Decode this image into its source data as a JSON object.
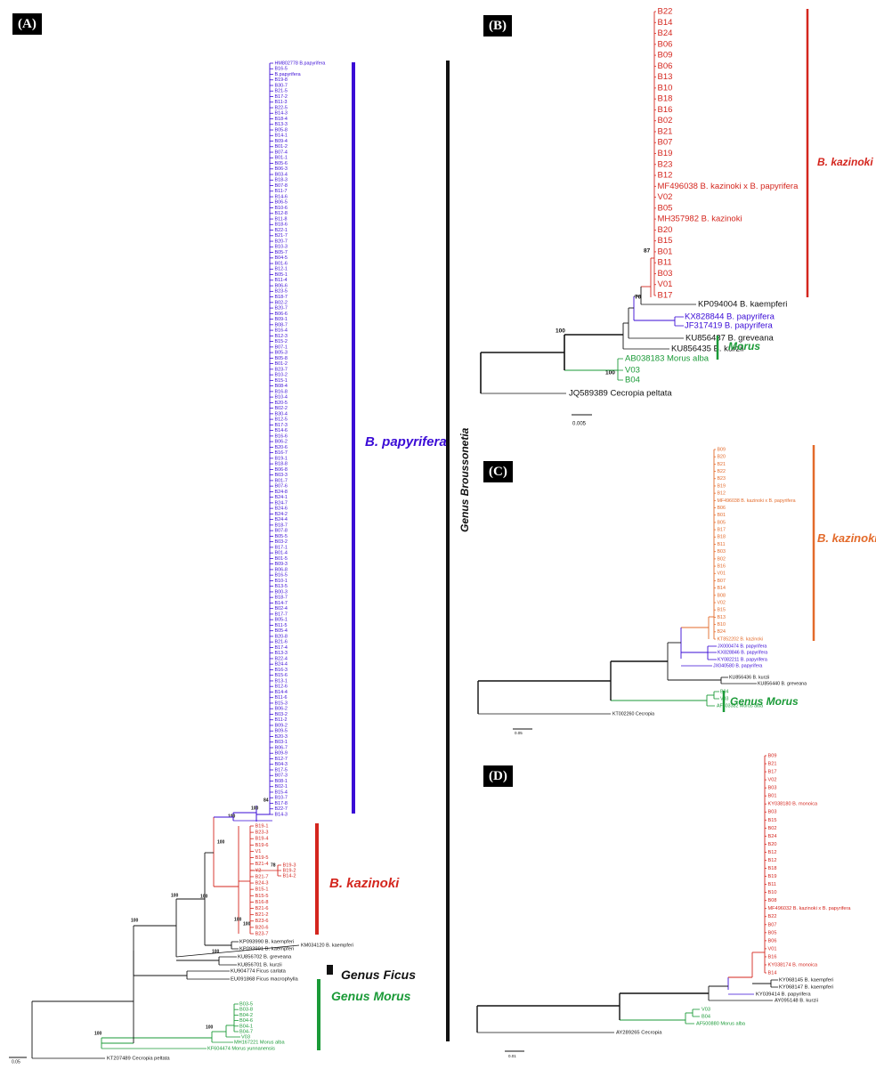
{
  "panels": {
    "a": {
      "label": "(A)",
      "papyrifera_top": [
        "HM802778 B.papyrifera",
        "B16-5",
        "B.papyrifera",
        "B19-8",
        "B30-7",
        "B21-5",
        "B17-2",
        "B11-3",
        "B22-5",
        "B14-3",
        "B18-4",
        "B13-3",
        "B05-8",
        "B14-1",
        "B09-4",
        "B01-2",
        "B07-4",
        "B01-1",
        "B05-6",
        "B06-3",
        "B03-4",
        "B18-3",
        "B07-8",
        "B11-7",
        "B14-6",
        "B06-5",
        "B10-6",
        "B12-8",
        "B11-8",
        "B18-6",
        "B22-1",
        "B21-7",
        "B20-7",
        "B10-3",
        "B05-7",
        "B04-5",
        "B01-6",
        "B12-1",
        "B05-1",
        "B11-4",
        "B06-6",
        "B23-5",
        "B18-7",
        "B02-2",
        "B20-7",
        "B06-6",
        "B09-1",
        "B08-7",
        "B16-4",
        "B12-3",
        "B15-2",
        "B07-1",
        "B05-3",
        "B05-8",
        "B01-2",
        "B23-7",
        "B10-2",
        "B15-1",
        "B08-4",
        "B16-8",
        "B10-4",
        "B20-5",
        "B02-2",
        "B30-4",
        "B12-5",
        "B17-3",
        "B14-6",
        "B16-6",
        "B06-2",
        "B20-6",
        "B16-7",
        "B19-1",
        "B18-8",
        "B06-8",
        "B03-3",
        "B01-7",
        "B07-6",
        "B24-8",
        "B24-1",
        "B24-7",
        "B24-6",
        "B24-2",
        "B24-4",
        "B18-7",
        "B07-8",
        "B05-5",
        "B03-2",
        "B17-1",
        "B01-4",
        "B01-5",
        "B09-3",
        "B06-8",
        "B16-5",
        "B10-1",
        "B13-5",
        "B00-3",
        "B18-7",
        "B14-7",
        "B02-4",
        "B17-7",
        "B05-1",
        "B11-5",
        "B05-4",
        "B20-8",
        "B21-6",
        "B17-4",
        "B13-3",
        "B22-4",
        "B24-4",
        "B16-3",
        "B15-6",
        "B13-1",
        "B12-6",
        "B14-4",
        "B11-6",
        "B15-3",
        "B06-2",
        "B03-2",
        "B11-2",
        "B09-2",
        "B09-5",
        "B20-3",
        "B03-1",
        "B06-7",
        "B09-9",
        "B12-7",
        "B04-3",
        "B17-5",
        "B07-3",
        "B08-1",
        "B02-1",
        "B15-4",
        "B10-7",
        "B17-8",
        "B22-7",
        "B14-3"
      ],
      "kazinoki_tips": [
        "B19-1",
        "B23-3",
        "B19-4",
        "B19-6",
        "V1",
        "B19-5",
        "B21-4",
        "Y2",
        "B21-7",
        "B24-3",
        "B15-1",
        "B15-5",
        "B16-8",
        "B21-6",
        "B21-2",
        "B23-6",
        "B20-6",
        "B23-7"
      ],
      "kazinoki_side": [
        "B19-3",
        "B19-2",
        "B14-2"
      ],
      "other_tips": [
        "KP093990 B. kaempferi",
        "KP093991 B. kaempferi",
        "KM034120 B. kaempferi",
        "KU856702 B. greveana",
        "KU856701 B. kurzii",
        "KU904774 Ficus carlata",
        "EU091868 Ficus macrophylla"
      ],
      "morus_tips": [
        "B03-5",
        "B03-8",
        "B04-2",
        "B04-6",
        "B04-1",
        "B04-7",
        "V03",
        "MH167221 Morus alba",
        "KF604474 Morus yunnanensis"
      ],
      "outgroup": "KT207489 Cecropia peltata",
      "supports": [
        "84",
        "100",
        "100",
        "78",
        "100",
        "100",
        "100",
        "100",
        "100",
        "100",
        "100",
        "100",
        "100"
      ],
      "clades": {
        "papyrifera": "B. papyrifera",
        "kazinoki": "B. kazinoki",
        "ficus": "Genus Ficus",
        "morus": "Genus Morus",
        "broussonetia": "Genus Broussonetia"
      },
      "scale": "0.05"
    },
    "b": {
      "label": "(B)",
      "kazinoki_tips": [
        "B22",
        "B14",
        "B24",
        "B06",
        "B09",
        "B06",
        "B13",
        "B10",
        "B18",
        "B16",
        "B02",
        "B21",
        "B07",
        "B19",
        "B23",
        "B12",
        "MF496038 B. kazinoki x B. papyrifera",
        "V02",
        "B05",
        "MH357982 B. kazinoki",
        "B20",
        "B15",
        "B01",
        "B11",
        "B03",
        "V01",
        "B17"
      ],
      "other_tips": [
        "KP094004 B. kaempferi",
        "KX828844 B. papyrifera",
        "JF317419 B. papyrifera",
        "KU856437 B. greveana",
        "KU856435 B. kurzii"
      ],
      "morus_tips": [
        "AB038183 Morus alba",
        "V03",
        "B04"
      ],
      "outgroup": "JQ589389 Cecropia peltata",
      "supports": [
        "87",
        "70",
        "100",
        "100"
      ],
      "clades": {
        "kazinoki": "B. kazinoki",
        "morus": "Morus"
      },
      "scale": "0.005"
    },
    "c": {
      "label": "(C)",
      "kazinoki_tips": [
        "B09",
        "B20",
        "B21",
        "B22",
        "B23",
        "B19",
        "B12",
        "MF496038 B. kazinoki x B. papyrifera",
        "B06",
        "B01",
        "B05",
        "B17",
        "B18",
        "B11",
        "B03",
        "B02",
        "B16",
        "V01",
        "B07",
        "B14",
        "B08",
        "V02",
        "B15",
        "B13",
        "B10",
        "B24",
        "KT852202 B. kazinoki"
      ],
      "other_tips": [
        "JX000474 B. papyrifera",
        "KX828846 B. papyrifera",
        "KY082211 B. papyrifera",
        "JX040580 B. papyrifera",
        "KU856436 B. kurzii",
        "KU856440 B. greveana"
      ],
      "morus_tips": [
        "B04",
        "V03",
        "AF403382 Morus alba"
      ],
      "outgroup": "KT002260 Cecropia",
      "clades": {
        "kazinoki": "B. kazinoki",
        "morus": "Genus Morus"
      },
      "scale": "0.05"
    },
    "d": {
      "label": "(D)",
      "kazinoki_tips": [
        "B09",
        "B21",
        "B17",
        "V02",
        "B03",
        "B01",
        "KY038180 B. monoica",
        "B03",
        "B15",
        "B02",
        "B24",
        "B20",
        "B12",
        "B12",
        "B18",
        "B19",
        "B11",
        "B10",
        "B08",
        "MF496032 B. kazinoki x B. papyrifera",
        "B22",
        "B07",
        "B05",
        "B06",
        "V01",
        "B16",
        "KY038174 B. monoica",
        "B14"
      ],
      "other_tips": [
        "KY068145 B. kaempferi",
        "KY068147 B. kaempferi",
        "KY039414 B. papyrifera",
        "AY095148 B. kurzii"
      ],
      "morus_tips": [
        "V03",
        "B04",
        "AF500880 Morus alba"
      ],
      "outgroup": "AY289265 Cecropia",
      "scale": "0.01"
    }
  },
  "colors": {
    "papyrifera": "#3a0bd6",
    "kazinoki": "#d4261e",
    "kazinoki_c": "#e36a2a",
    "morus": "#1a9a37",
    "black": "#111111"
  }
}
